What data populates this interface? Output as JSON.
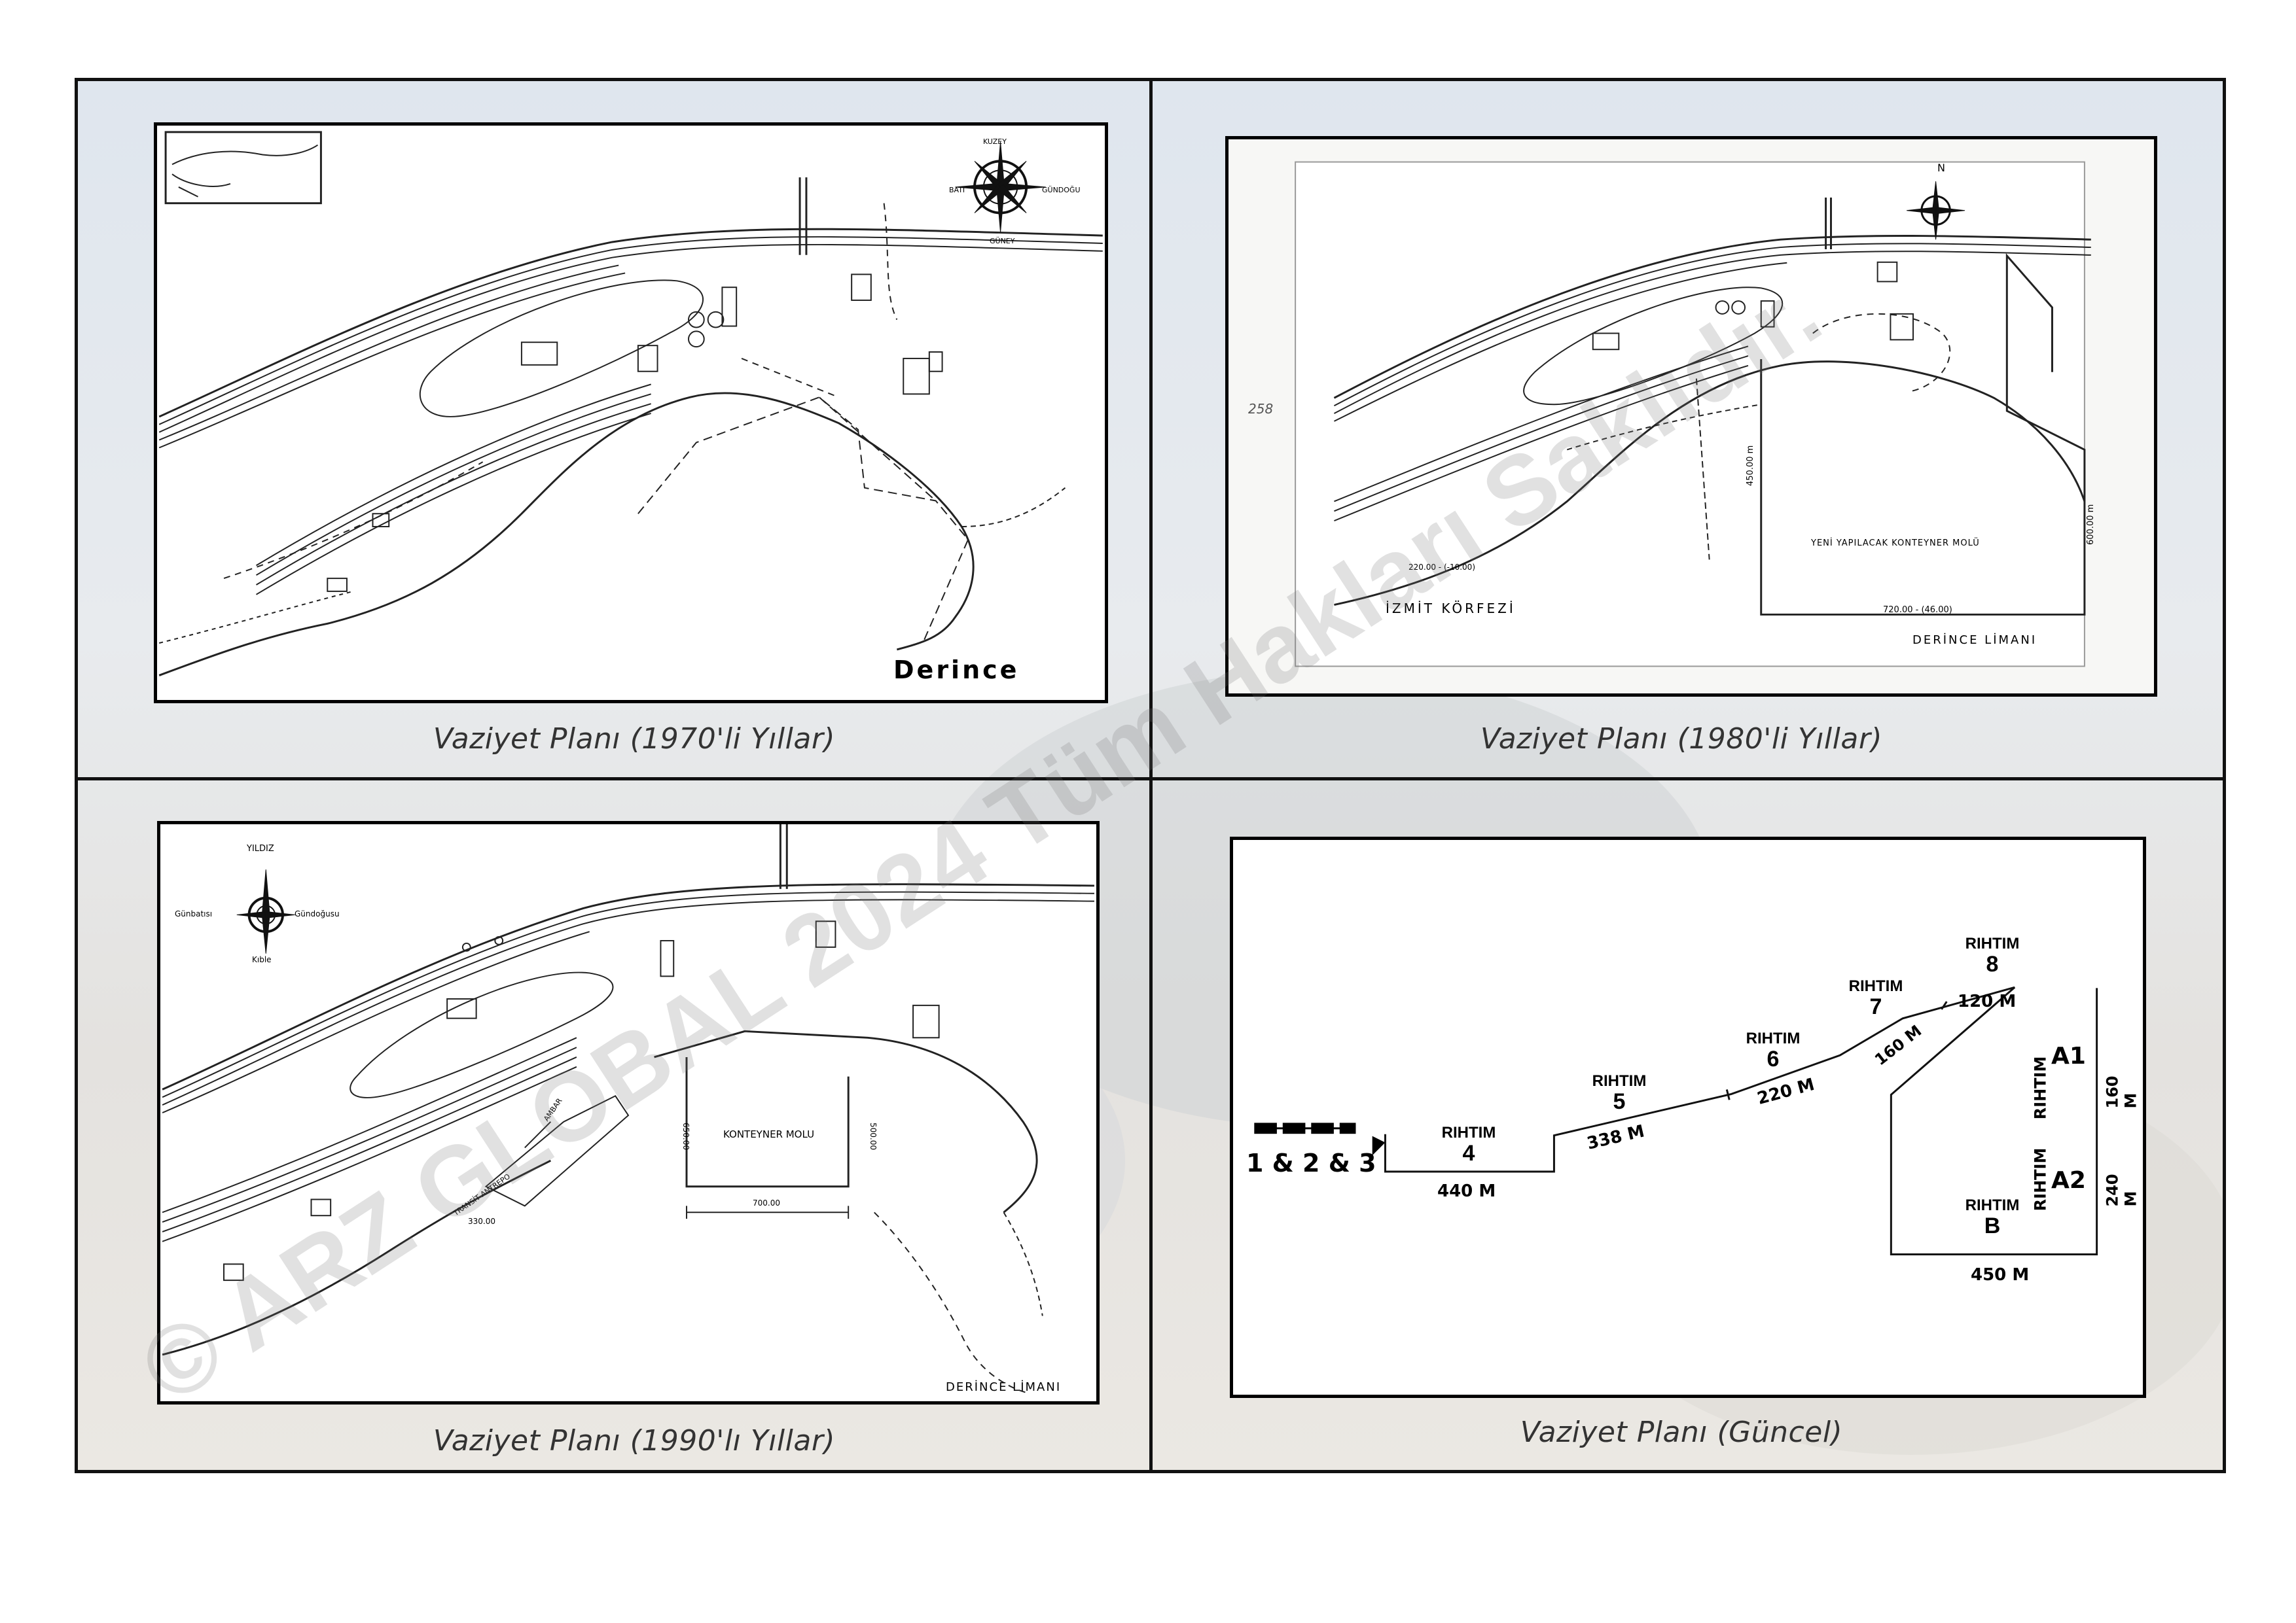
{
  "panels": {
    "p1970": {
      "caption": "Vaziyet Planı (1970'li Yıllar)",
      "map_label": "Derince",
      "compass": [
        "KUZEY",
        "BATI",
        "GÜNDOĞU",
        "GÜNEY"
      ]
    },
    "p1980": {
      "caption": "Vaziyet Planı (1980'li Yıllar)",
      "compass_n": "N",
      "page_number": "258",
      "bay_label": "İZMİT KÖRFEZİ",
      "port_label": "DERİNCE LİMANI",
      "new_mole_label": "YENİ YAPILACAK KONTEYNER MOLÜ",
      "dim_bottom": "720.00 - (46.00)",
      "dim_left": "450.00 m",
      "dim_right": "600.00 m",
      "dim_quay": "220.00 - (-10.00)"
    },
    "p1990": {
      "caption": "Vaziyet Planı (1990'lı Yıllar)",
      "compass": [
        "YILDIZ",
        "Günbatısı",
        "Gündoğusu",
        "Kıble"
      ],
      "mole_label": "KONTEYNER MOLU",
      "port_label": "DERİNCE LİMANI",
      "depot_label": "AMBAR",
      "transit_label": "TRANSİT ANTREPO",
      "dim_bottom": "700.00",
      "dim_left": "650.00",
      "dim_right": "500.00",
      "dim_quay": "330.00"
    },
    "pcurrent": {
      "caption": "Vaziyet Planı (Güncel)",
      "berths": {
        "b123": "1 & 2 & 3",
        "r4": {
          "title": "RIHTIM",
          "num": "4",
          "len": "440 M"
        },
        "r5": {
          "title": "RIHTIM",
          "num": "5",
          "len": "338 M"
        },
        "r6": {
          "title": "RIHTIM",
          "num": "6",
          "len": "220 M"
        },
        "r7": {
          "title": "RIHTIM",
          "num": "7",
          "len": "160 M"
        },
        "r8": {
          "title": "RIHTIM",
          "num": "8",
          "len": "120 M"
        },
        "a1": {
          "title": "RIHTIM",
          "num": "A1",
          "len": "160 M"
        },
        "a2": {
          "title": "RIHTIM",
          "num": "A2",
          "len": "240 M"
        },
        "b": {
          "title": "RIHTIM",
          "num": "B",
          "len": "450 M"
        }
      }
    }
  },
  "watermark": {
    "text": "© ARZ GLOBAL 2024 Tüm Hakları Saklıdır."
  }
}
